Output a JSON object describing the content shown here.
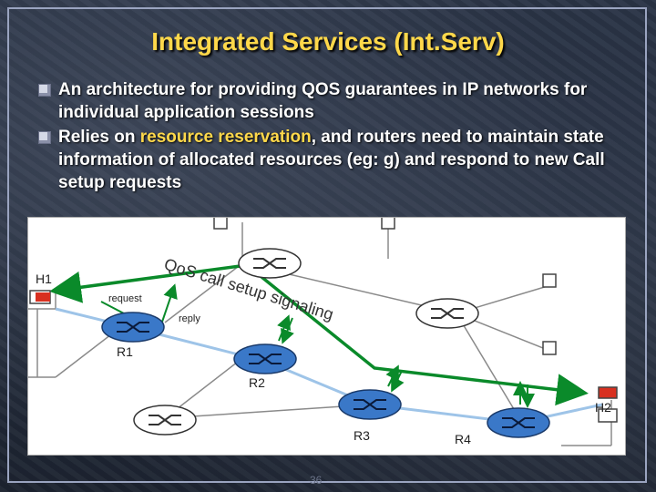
{
  "slide": {
    "title": "Integrated Services (Int.Serv)",
    "bullets": [
      {
        "pre": "An architecture for providing QOS guarantees in IP networks for individual application sessions",
        "highlight": "",
        "post": ""
      },
      {
        "pre": "Relies on ",
        "highlight": "resource reservation",
        "post": ", and routers need to maintain state information of allocated resources (eg: g) and respond to new Call setup requests"
      }
    ],
    "page_number": "36"
  },
  "diagram": {
    "hosts": [
      {
        "id": "H1",
        "label": "H1"
      },
      {
        "id": "H2",
        "label": "H2"
      }
    ],
    "routers": [
      {
        "id": "R1",
        "label": "R1"
      },
      {
        "id": "R2",
        "label": "R2"
      },
      {
        "id": "R3",
        "label": "R3"
      },
      {
        "id": "R4",
        "label": "R4"
      }
    ],
    "signaling_label": "QoS call setup signaling",
    "request_label": "request",
    "reply_label": "reply",
    "colors": {
      "signaling": "#0a8a2a",
      "active_router": "#3a78c8",
      "idle_router": "#ffffff",
      "link": "#9ec4e8",
      "host_endpoint": "#d83020"
    }
  }
}
